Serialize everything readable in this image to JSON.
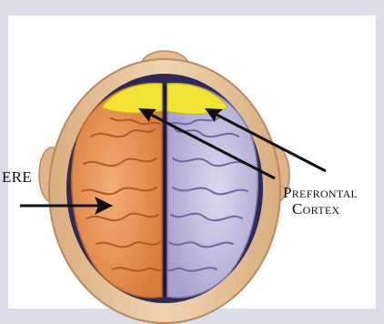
{
  "labels": {
    "left_partial": "ERE",
    "prefrontal_line1": "Prefrontal",
    "prefrontal_line2": "Cortex"
  },
  "colors": {
    "background": "#dcdbe8",
    "panel": "#ffffff",
    "head": "#e8c7a0",
    "left_hemisphere": "#e8965a",
    "right_hemisphere": "#c5c0e0",
    "prefrontal": "#f2e234",
    "arrow": "#111111"
  }
}
